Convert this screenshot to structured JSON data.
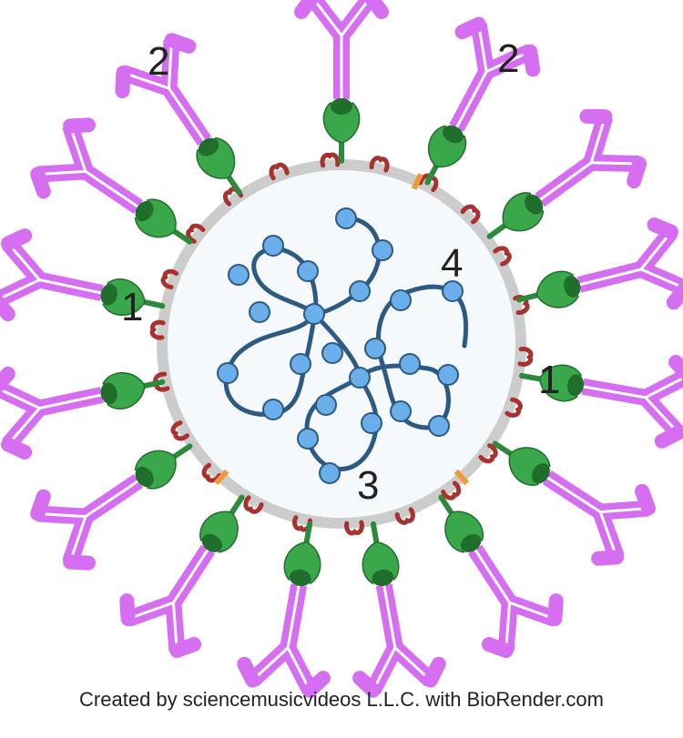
{
  "labels": {
    "l1_left": "1",
    "l1_right": "1",
    "l2_left": "2",
    "l2_right": "2",
    "l3": "3",
    "l4": "4"
  },
  "credit": "Created by sciencemusicvideos L.L.C. with BioRender.com",
  "colors": {
    "antibody": "#d56ef0",
    "spike": "#3aa84a",
    "spike_dark": "#1f6e2c",
    "membrane": "#cccccc",
    "membrane_protein": "#a8322f",
    "envelope_protein": "#ee9a3a",
    "rna": "#2d5a82",
    "nucleocapsid": "#6aaeea"
  }
}
